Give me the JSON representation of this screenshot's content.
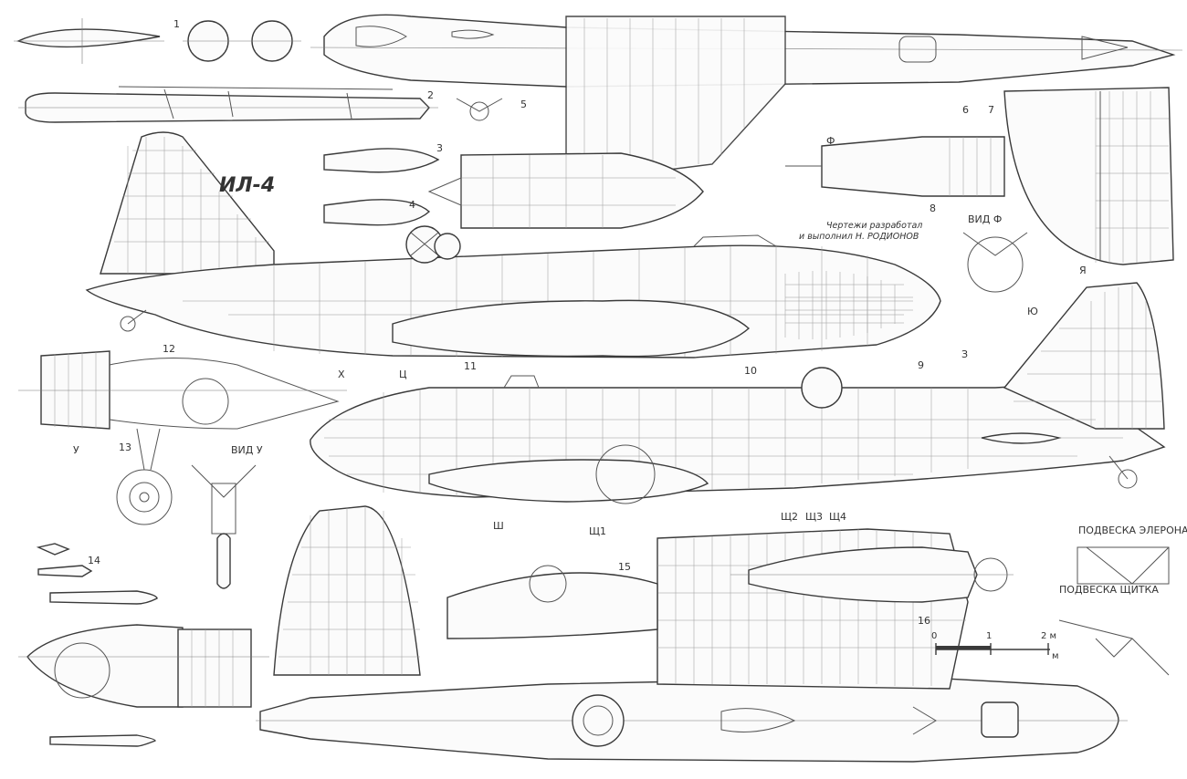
{
  "title": "ИЛ-4",
  "credit": {
    "line1": "Чертежи разработал",
    "line2": "и выполнил  Н. РОДИОНОВ"
  },
  "views": {
    "vid_f": "ВИД Ф",
    "vid_u": "ВИД У",
    "aileron_hinge": "ПОДВЕСКА ЭЛЕРОНА",
    "flap_hinge": "ПОДВЕСКА ЩИТКА"
  },
  "scale": {
    "zero": "0",
    "one": "1",
    "two": "2 м",
    "unit": "м"
  },
  "callouts": [
    "1",
    "2",
    "3",
    "4",
    "5",
    "6",
    "7",
    "8",
    "9",
    "10",
    "11",
    "12",
    "13",
    "14",
    "15",
    "16"
  ],
  "stations": [
    "Х",
    "Ц",
    "Щ1",
    "Щ2",
    "Щ3",
    "Щ4",
    "З",
    "Ю",
    "Я",
    "Ф",
    "У",
    "Ш"
  ],
  "colors": {
    "ink": "#3a3a3a",
    "paper": "#ffffff"
  }
}
